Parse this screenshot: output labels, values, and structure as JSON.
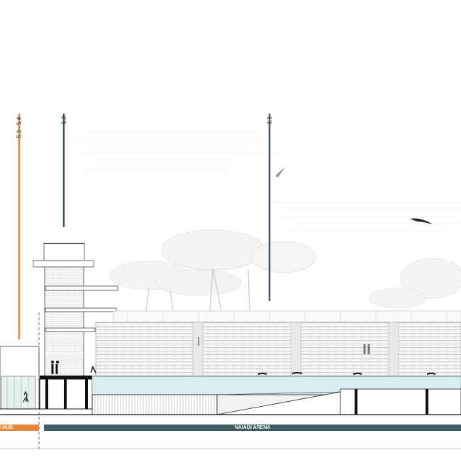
{
  "section_markers": [
    {
      "label": "5.3 - 5.4",
      "color": "#e8873a"
    },
    {
      "label": "1.3",
      "color": "#3d5a63"
    },
    {
      "label": "1.1",
      "color": "#3d5a63"
    }
  ],
  "zones": {
    "hub": {
      "label": "DI HUB",
      "color": "#e8873a"
    },
    "arena": {
      "label": "NAIADI ARENA",
      "color": "#3d5a63"
    }
  },
  "colors": {
    "pool_water": "#d8eef0",
    "line": "#1a1a1a",
    "tree_gray": "#d0d0d0"
  }
}
